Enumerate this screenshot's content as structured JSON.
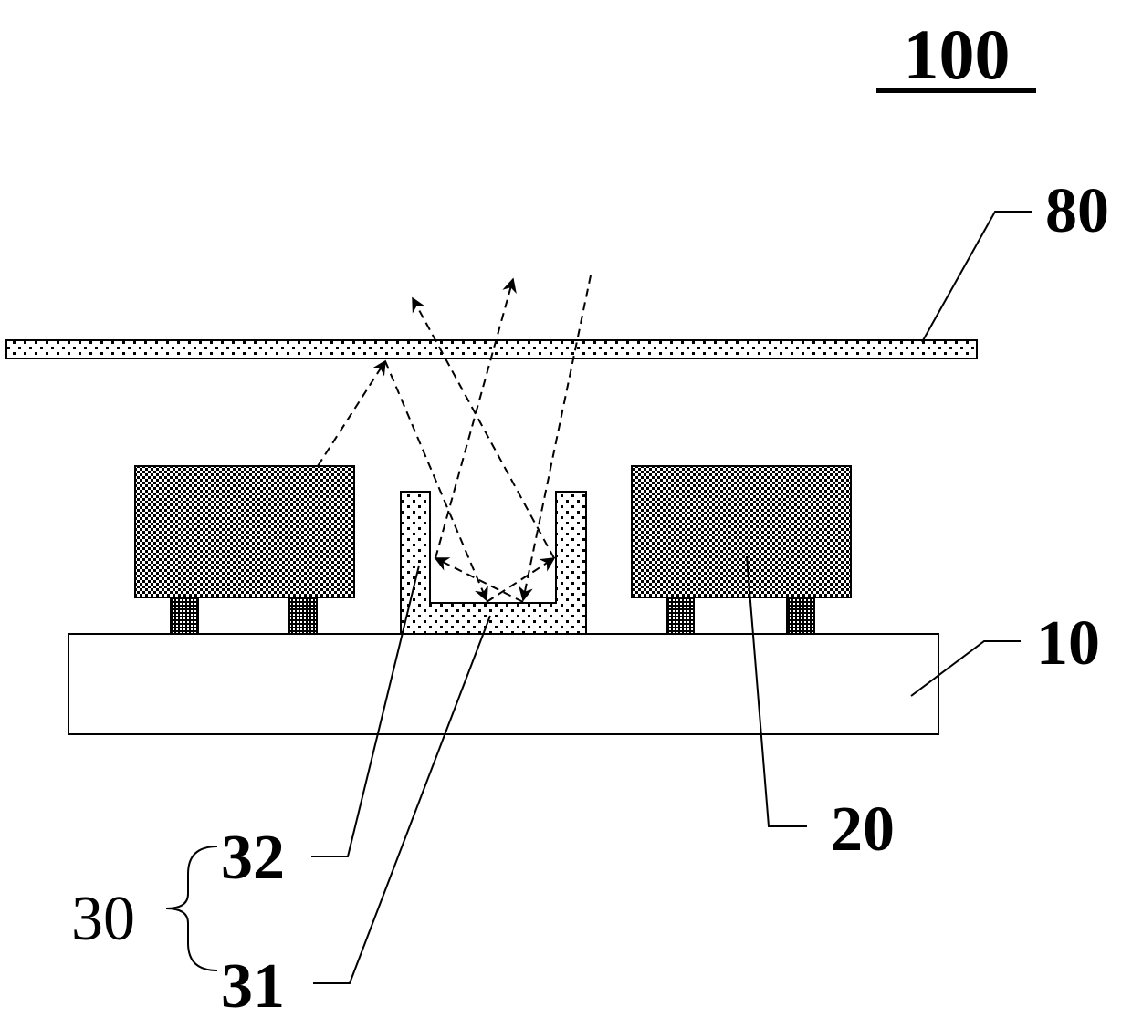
{
  "figure": {
    "figure_number": "100",
    "labels": {
      "cover_plate": "80",
      "substrate": "10",
      "chip": "20",
      "group": "30",
      "side_wall": "32",
      "bottom_wall": "31"
    }
  }
}
